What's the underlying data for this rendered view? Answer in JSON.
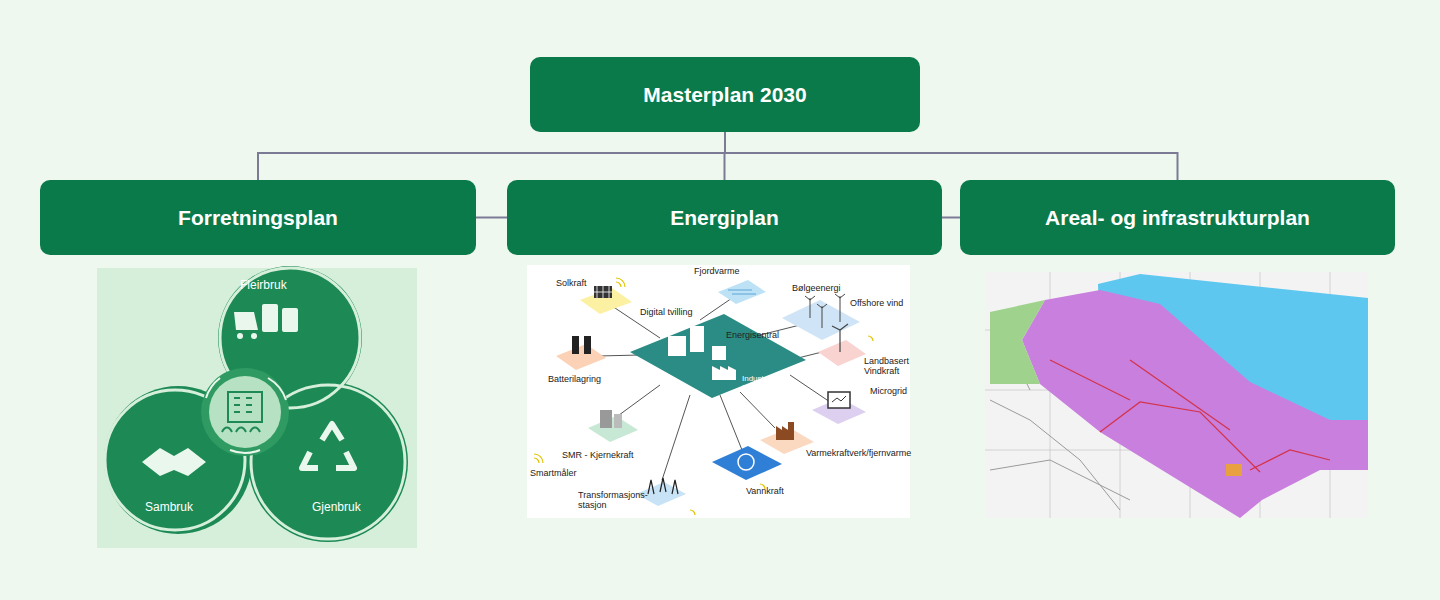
{
  "diagram": {
    "nodes": [
      {
        "text": [
          "Masterplan 2030"
        ]
      },
      {
        "text": [
          "Forretningsplan"
        ]
      },
      {
        "text": [
          "Energiplan"
        ]
      },
      {
        "text": [
          "Areal- og infrastrukturplan"
        ]
      }
    ],
    "edges": [
      {
        "from": 0,
        "to": 1,
        "arrow": "none"
      },
      {
        "from": 0,
        "to": 2,
        "arrow": "none"
      },
      {
        "from": 0,
        "to": 3,
        "arrow": "none"
      },
      {
        "from": 1,
        "to": 2,
        "arrow": "none"
      },
      {
        "from": 2,
        "to": 3,
        "arrow": "none"
      }
    ],
    "labels": [
      "Fleirbruk",
      "Sambruk",
      "Gjenbruk",
      "Solkraft",
      "Fjordvarme",
      "Bølgeenergi",
      "Offshore vind",
      "Digital tvilling",
      "Energisentral",
      "Landbasert Vindkraft",
      "Batterilagring",
      "Industrielle forbrukere",
      "Microgrid",
      "SMR - Kjernekraft",
      "Smartmåler",
      "Varmekraftverk/fjernvarme",
      "Transformasjons- stasjon",
      "Vannkraft"
    ]
  }
}
